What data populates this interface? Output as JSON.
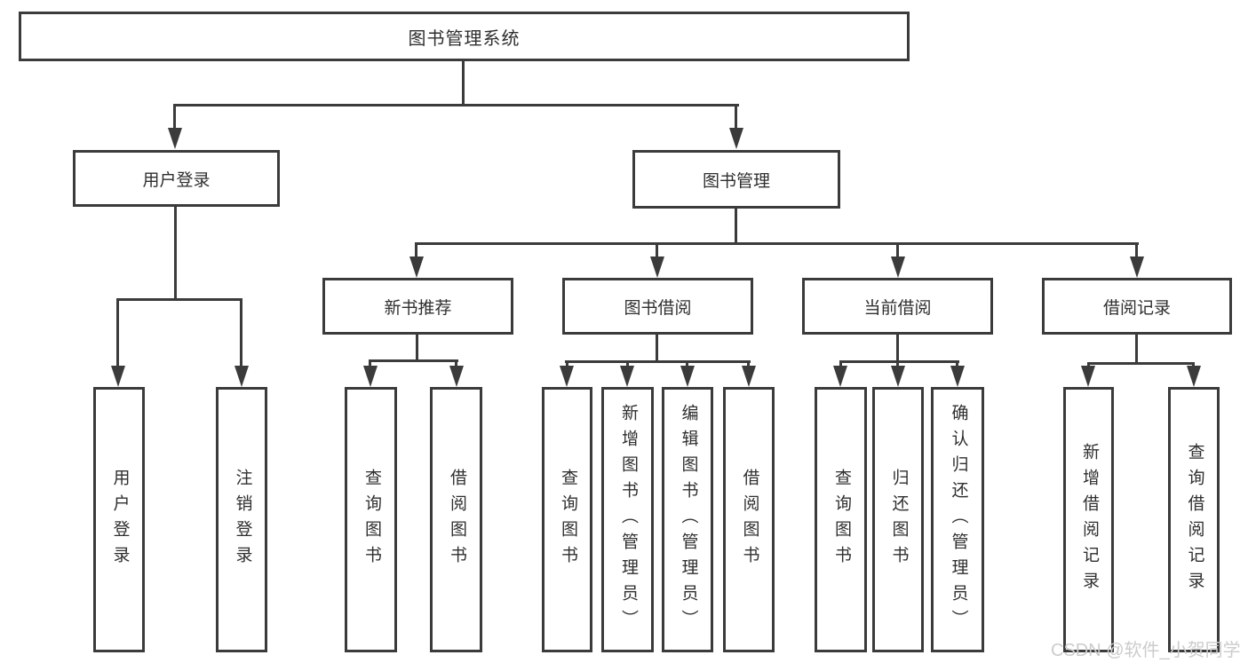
{
  "diagram": {
    "root": {
      "label": "图书管理系统"
    },
    "branches": [
      {
        "label": "用户登录",
        "children": [
          {
            "label": "用户登录"
          },
          {
            "label": "注销登录"
          }
        ]
      },
      {
        "label": "图书管理",
        "children": [
          {
            "label": "新书推荐",
            "children": [
              {
                "label": "查询图书"
              },
              {
                "label": "借阅图书"
              }
            ]
          },
          {
            "label": "图书借阅",
            "children": [
              {
                "label": "查询图书"
              },
              {
                "label": "新增图书（管理员）"
              },
              {
                "label": "编辑图书（管理员）"
              },
              {
                "label": "借阅图书"
              }
            ]
          },
          {
            "label": "当前借阅",
            "children": [
              {
                "label": "查询图书"
              },
              {
                "label": "归还图书"
              },
              {
                "label": "确认归还（管理员）"
              }
            ]
          },
          {
            "label": "借阅记录",
            "children": [
              {
                "label": "新增借阅记录"
              },
              {
                "label": "查询借阅记录"
              }
            ]
          }
        ]
      }
    ]
  },
  "watermark": {
    "text": "CSDN @软件_小贺同学"
  },
  "colors": {
    "line": "#3b3b3b",
    "text": "#2f2f2f",
    "background": "#ffffff",
    "watermark": "#cccccc"
  }
}
